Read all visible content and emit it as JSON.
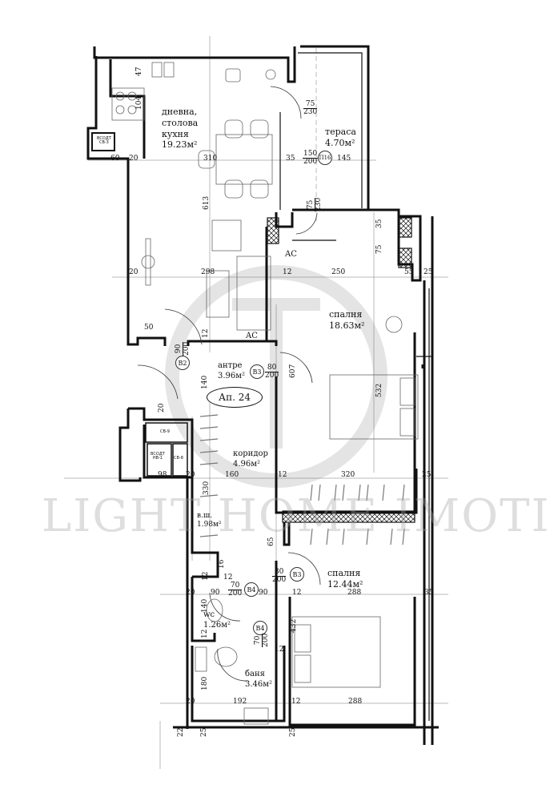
{
  "plan": {
    "apartment_label": "Ап. 24",
    "watermark": "LIGHT HOME IMOTI",
    "rooms": [
      {
        "name": "дневна,\nстолова\nкухня",
        "line1": "дневна,",
        "line2": "столова",
        "line3": "кухня",
        "area": "19.23м²"
      },
      {
        "name": "тераса",
        "area": "4.70м²"
      },
      {
        "name": "спалня",
        "area": "18.63м²"
      },
      {
        "name": "антре",
        "area": "3.96м²"
      },
      {
        "name": "коридор",
        "area": "4.96м²"
      },
      {
        "name": "в.ш.",
        "area": "1.98м²"
      },
      {
        "name": "спалня",
        "area": "12.44м²"
      },
      {
        "name": "wc",
        "area": "1.26м²"
      },
      {
        "name": "баня",
        "area": "3.46м²"
      }
    ],
    "shafts": {
      "s1_line1": "ВСОДТ",
      "s1_line2": "СВ-3",
      "s2_top": "СВ-9",
      "s2_line1": "ВСОДТ",
      "s2_line2": "НВ-1",
      "s2_side": "СВ-8"
    },
    "ac_labels": [
      "AC",
      "AC"
    ],
    "door_tags": [
      "П16",
      "B2",
      "B3",
      "B3",
      "B4",
      "B4"
    ],
    "openings": {
      "terrace_top": {
        "w": "75",
        "h": "230"
      },
      "terrace_door": {
        "w": "150",
        "h": "200"
      },
      "terrace_bottom": {
        "w": "75",
        "h": "230"
      },
      "entrance": {
        "w": "90",
        "h": "200"
      },
      "bedroom1_door": {
        "w": "80",
        "h": "200"
      },
      "bedroom2_door": {
        "w": "80",
        "h": "200"
      },
      "wc_door": {
        "w": "70",
        "h": "200"
      },
      "bath_door": {
        "w": "70",
        "h": "200"
      }
    },
    "dimensions": {
      "d47": "47",
      "d104": "104",
      "d60": "60",
      "d20a": "20",
      "d310": "310",
      "d35a": "35",
      "d145": "145",
      "d613": "613",
      "d20b": "20",
      "d298": "298",
      "d12a": "12",
      "d250": "250",
      "d55": "55",
      "d25a": "25",
      "d35b": "35",
      "d75": "75",
      "d50": "50",
      "d12b": "12",
      "d607": "607",
      "d140": "140",
      "d532": "532",
      "d20c": "20",
      "d98": "98",
      "d20d": "20",
      "d160": "160",
      "d12c": "12",
      "d320": "320",
      "d25b": "25",
      "d330": "330",
      "d65": "65",
      "d12d": "12",
      "d16": "16",
      "d12e": "12",
      "d20e": "20",
      "d90a": "90",
      "d90b": "90",
      "d12f": "12",
      "d288a": "288",
      "d35c": "35",
      "d140b": "140",
      "d432": "432",
      "d12g": "12",
      "d12h": "12",
      "d180": "180",
      "d20f": "20",
      "d192": "192",
      "d12i": "12",
      "d288b": "288",
      "d25c": "25",
      "d25d": "25",
      "d22": "22"
    }
  }
}
